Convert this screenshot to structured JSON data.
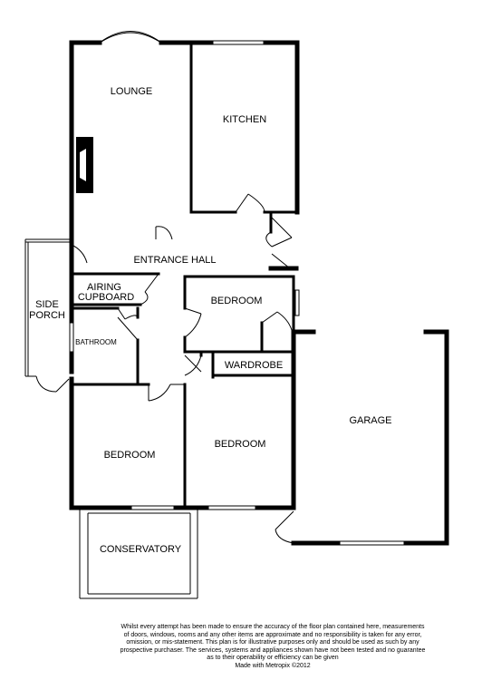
{
  "rooms": {
    "lounge": "LOUNGE",
    "kitchen": "KITCHEN",
    "entrance_hall": "ENTRANCE HALL",
    "airing_cupboard_line1": "AIRING",
    "airing_cupboard_line2": "CUPBOARD",
    "side_porch_line1": "SIDE",
    "side_porch_line2": "PORCH",
    "bathroom": "BATHROOM",
    "bedroom_front_right": "BEDROOM",
    "wardrobe": "WARDROBE",
    "garage": "GARAGE",
    "bedroom_rear_left": "BEDROOM",
    "bedroom_rear_right": "BEDROOM",
    "conservatory": "CONSERVATORY"
  },
  "disclaimer": {
    "line1": "Whilst every attempt has been made to ensure the accuracy of the floor plan contained here, measurements",
    "line2": "of doors, windows, rooms and any other items are approximate and no responsibility is taken for any error,",
    "line3": "omission, or mis-statement. This plan is for illustrative purposes only and should be used as such by any",
    "line4": "prospective purchaser. The services, systems and appliances shown have not been tested and no guarantee",
    "line5": "as to their operability or efficiency can be given",
    "line6": "Made with Metropix ©2012"
  }
}
